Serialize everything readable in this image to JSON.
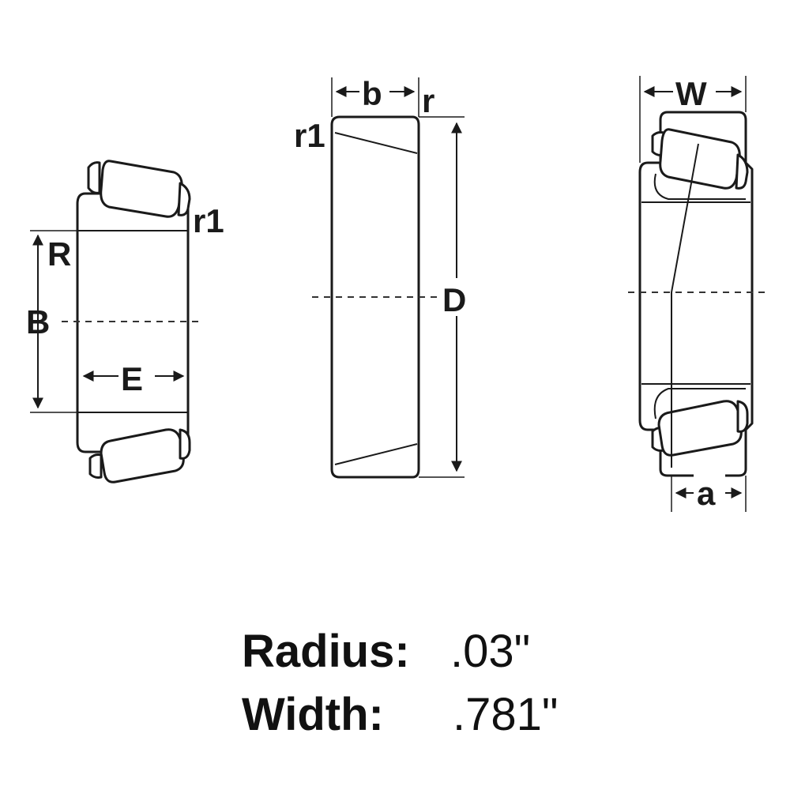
{
  "labels": {
    "left_view": {
      "R": "R",
      "B": "B",
      "E": "E",
      "r1": "r1"
    },
    "middle_view": {
      "b": "b",
      "r": "r",
      "r1": "r1",
      "D": "D"
    },
    "right_view": {
      "W": "W",
      "a": "a"
    }
  },
  "specs": [
    {
      "key": "Radius:",
      "value": ".03\""
    },
    {
      "key": "Width:",
      "value": ".781\""
    }
  ],
  "colors": {
    "line": "#1a1a1a",
    "text": "#111111",
    "background": "#ffffff"
  }
}
